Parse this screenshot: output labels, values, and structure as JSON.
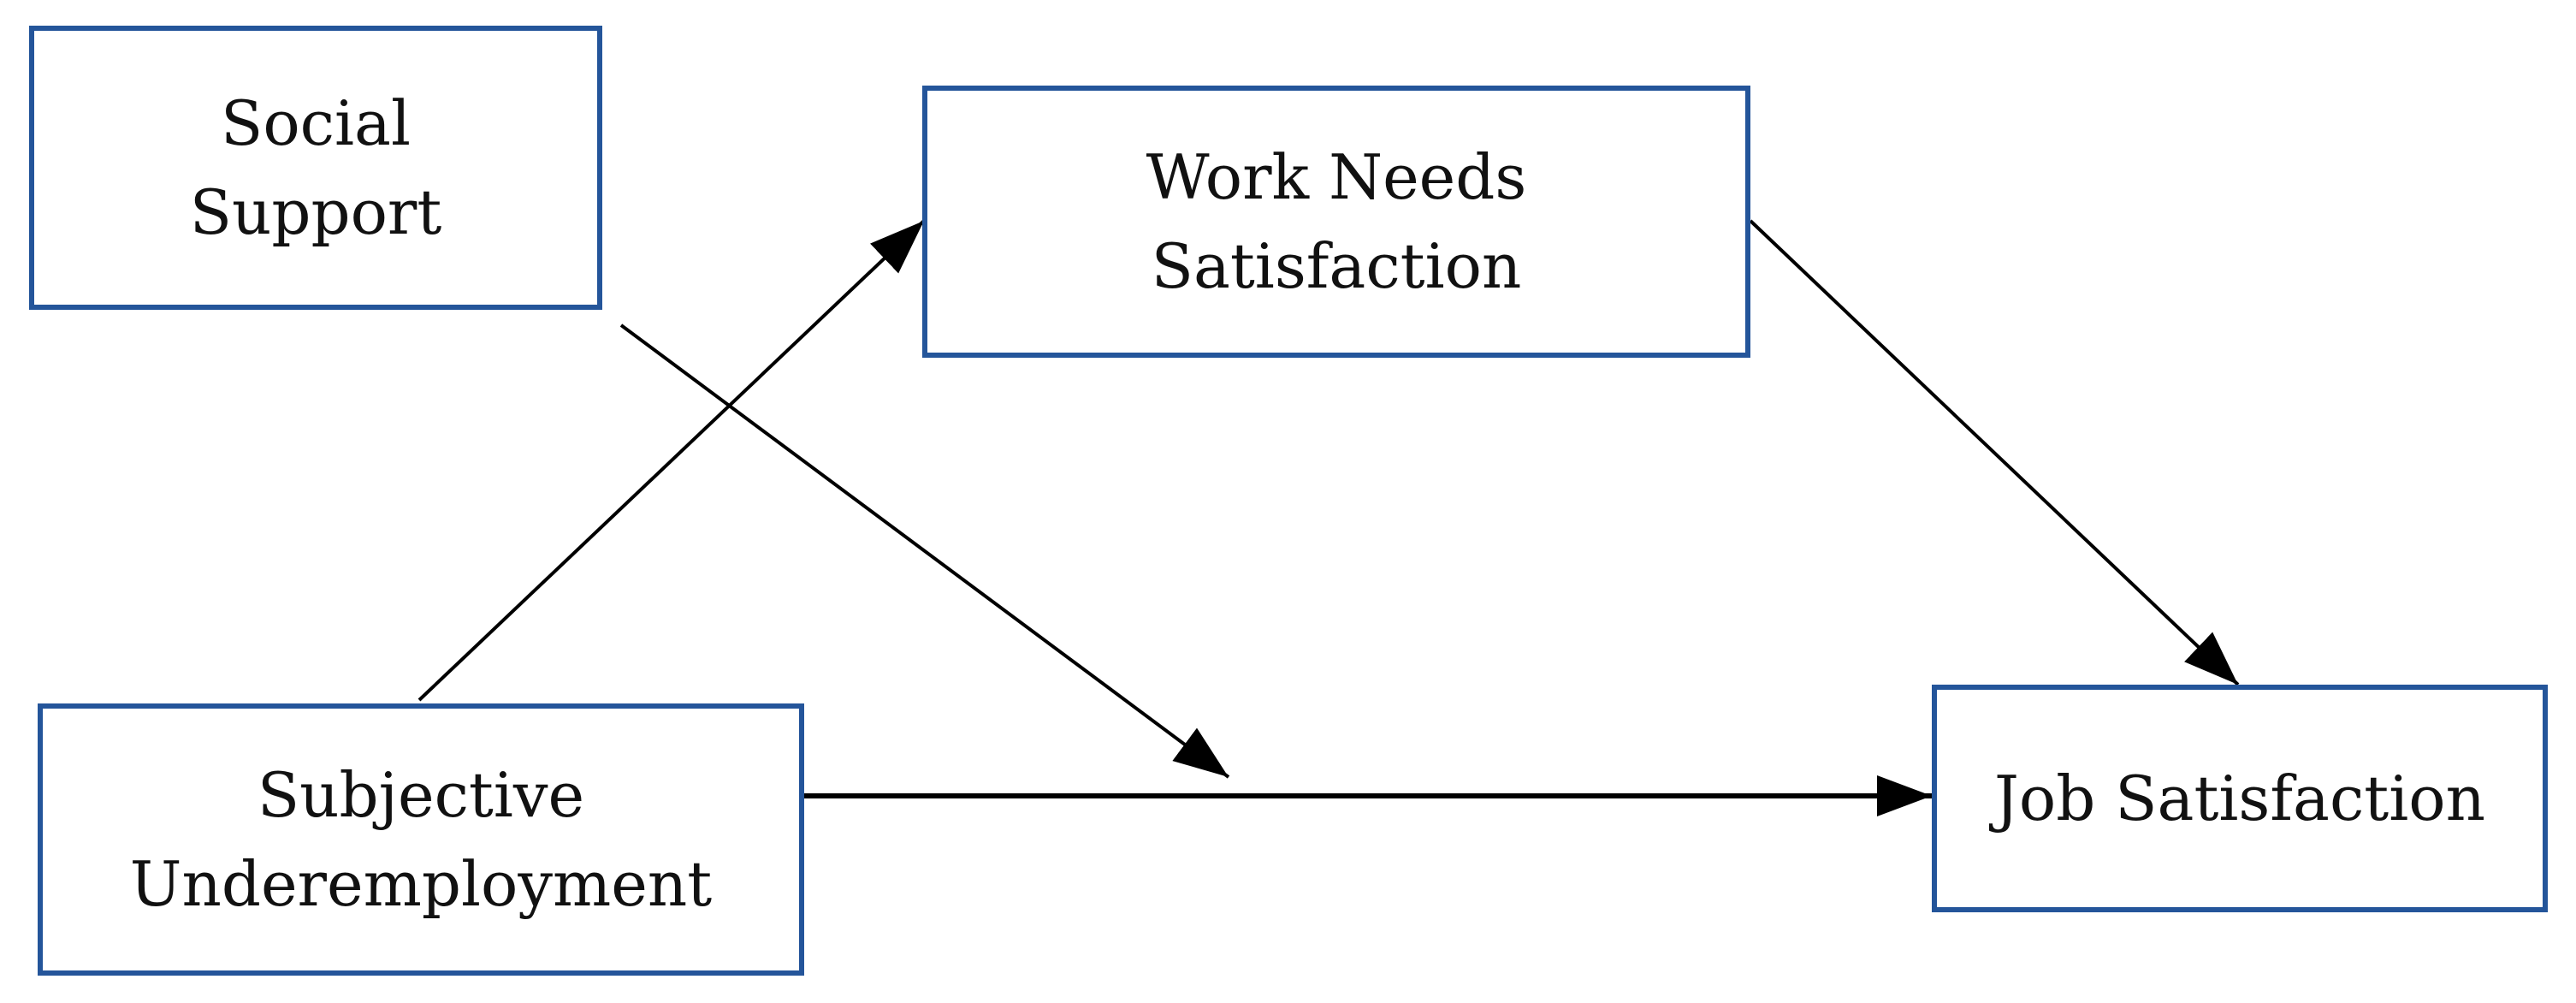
{
  "diagram": {
    "type": "path-model",
    "nodes": {
      "social_support": {
        "lines": [
          "Social",
          "Support"
        ]
      },
      "work_needs_satisfaction": {
        "lines": [
          "Work Needs",
          "Satisfaction"
        ]
      },
      "subjective_underemployment": {
        "lines": [
          "Subjective",
          "Underemployment"
        ]
      },
      "job_satisfaction": {
        "lines": [
          "Job Satisfaction"
        ]
      }
    },
    "edges": [
      {
        "from": "subjective_underemployment",
        "to": "work_needs_satisfaction",
        "kind": "path"
      },
      {
        "from": "work_needs_satisfaction",
        "to": "job_satisfaction",
        "kind": "path"
      },
      {
        "from": "subjective_underemployment",
        "to": "job_satisfaction",
        "kind": "path"
      },
      {
        "from": "social_support",
        "to": "edge:subjective_underemployment-job_satisfaction",
        "kind": "moderation"
      }
    ],
    "colors": {
      "box_border": "#24559a",
      "arrow": "#000000",
      "text": "#111111"
    }
  }
}
